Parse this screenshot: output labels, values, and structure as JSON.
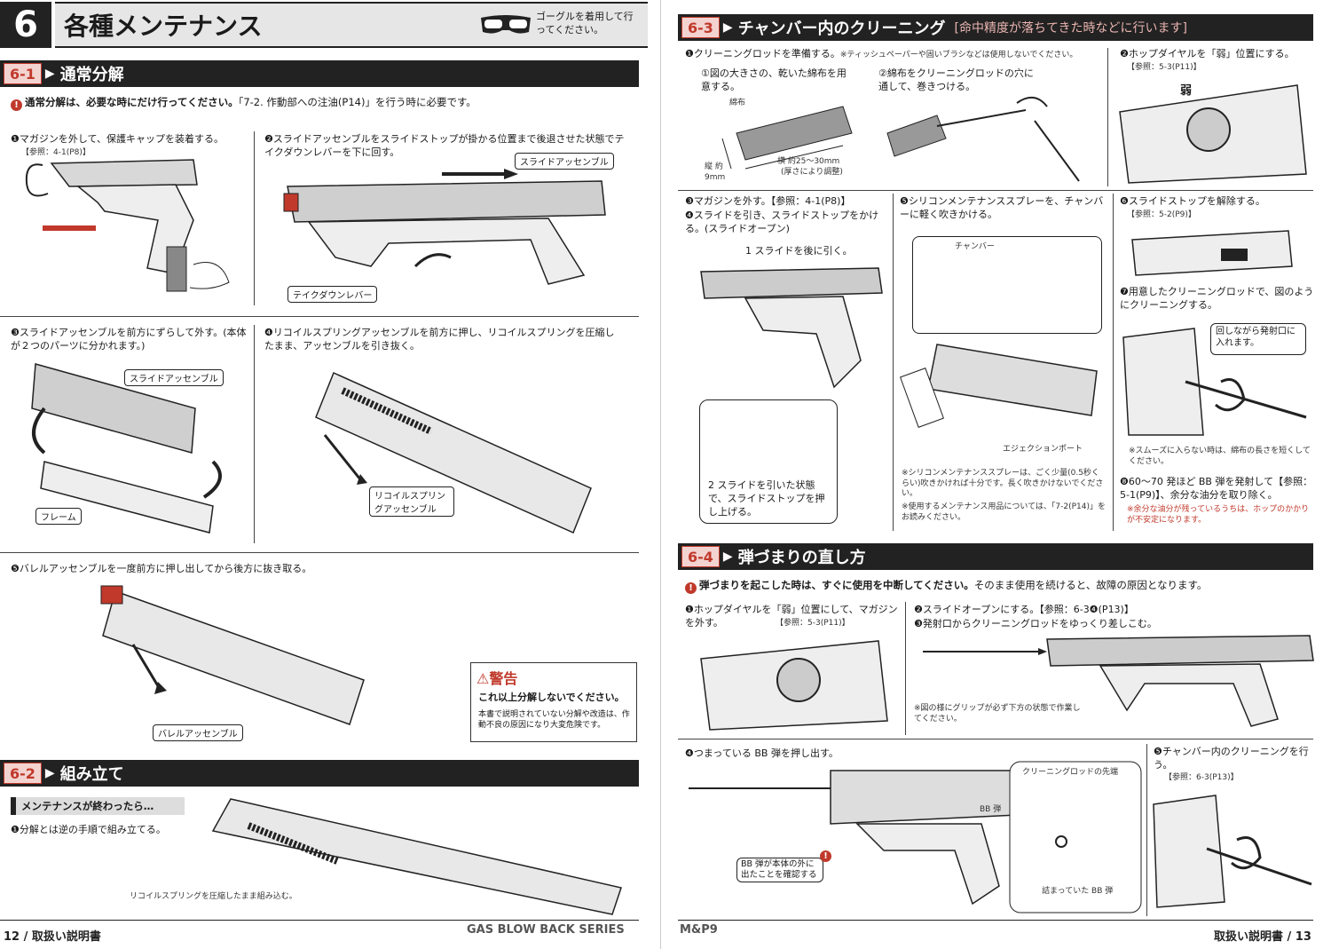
{
  "left_page": {
    "chapter_number": "6",
    "chapter_title": "各種メンテナンス",
    "goggle_note": "ゴーグルを着用して行ってください。",
    "section_6_1": {
      "number": "6-1",
      "title": "通常分解",
      "caution": "通常分解は、必要な時にだけ行ってください。",
      "caution_tail": "「7-2. 作動部への注油(P14)」を行う時に必要です。",
      "step1": "❶マガジンを外して、保護キャップを装着する。",
      "step1_ref": "【参照：4-1(P8)】",
      "step2": "❷スライドアッセンブルをスライドストップが掛かる位置まで後退させた状態でテイクダウンレバーを下に回す。",
      "label_slide_assembly": "スライドアッセンブル",
      "label_takedown": "テイクダウンレバー",
      "step3": "❸スライドアッセンブルを前方にずらして外す。(本体が２つのパーツに分かれます。)",
      "label_slide_assembly_2": "スライドアッセンブル",
      "label_frame": "フレーム",
      "step4": "❹リコイルスプリングアッセンブルを前方に押し、リコイルスプリングを圧縮したまま、アッセンブルを引き抜く。",
      "label_recoil": "リコイルスプリングアッセンブル",
      "step5": "❺バレルアッセンブルを一度前方に押し出してから後方に抜き取る。",
      "label_barrel": "バレルアッセンブル",
      "warning_title": "警告",
      "warning_line": "これ以上分解しないでください。",
      "warning_body": "本書で説明されていない分解や改造は、作動不良の原因になり大変危険です。"
    },
    "section_6_2": {
      "number": "6-2",
      "title": "組み立て",
      "sub_heading": "メンテナンスが終わったら…",
      "step1": "❶分解とは逆の手順で組み立てる。",
      "caption": "リコイルスプリングを圧縮したまま組み込む。"
    },
    "footer_left": "12 / 取扱い説明書",
    "footer_series": "GAS BLOW BACK SERIES"
  },
  "right_page": {
    "section_6_3": {
      "number": "6-3",
      "title": "チャンバー内のクリーニング",
      "subtitle": "[命中精度が落ちてきた時などに行います]",
      "step1": "❶クリーニングロッドを準備する。",
      "step1_note": "※ティッシュペーパーや固いブラシなどは使用しないでください。",
      "step1_a": "①図の大きさの、乾いた綿布を用意する。",
      "step1_b": "②綿布をクリーニングロッドの穴に通して、巻きつける。",
      "label_cloth": "綿布",
      "label_height": "縦 約9mm",
      "label_width": "横 約25～30mm",
      "label_width_note": "(厚さにより調整)",
      "step2": "❷ホップダイヤルを「弱」位置にする。",
      "step2_ref": "【参照：5-3(P11)】",
      "label_weak": "弱",
      "step3": "❸マガジンを外す。【参照：4-1(P8)】",
      "step4": "❹スライドを引き、スライドストップをかける。(スライドオープン)",
      "label_pull": "1 スライドを後に引く。",
      "label_push_up": "2 スライドを引いた状態で、スライドストップを押し上げる。",
      "step5": "❺シリコンメンテナンススプレーを、チャンバーに軽く吹きかける。",
      "label_chamber": "チャンバー",
      "label_ejection": "エジェクションポート",
      "note_silicon": "※シリコンメンテナンススプレーは、ごく少量(0.5秒くらい)吹きかければ十分です。長く吹きかけないでください。",
      "note_supplies": "※使用するメンテナンス用品については、「7-2(P14)」をお読みください。",
      "step6": "❻スライドストップを解除する。",
      "step6_ref": "【参照：5-2(P9)】",
      "step7": "❼用意したクリーニングロッドで、図のようにクリーニングする。",
      "label_rotate": "回しながら発射口に入れます。",
      "note_smooth": "※スムーズに入らない時は、綿布の長さを短くしてください。",
      "step8": "❽60～70 発ほど BB 弾を発射して【参照：5-1(P9)】、余分な油分を取り除く。",
      "note_oil": "※余分な油分が残っているうちは、ホップのかかりが不安定になります。"
    },
    "section_6_4": {
      "number": "6-4",
      "title": "弾づまりの直し方",
      "caution": "弾づまりを起こした時は、すぐに使用を中断してください。",
      "caution_tail": "そのまま使用を続けると、故障の原因となります。",
      "step1": "❶ホップダイヤルを「弱」位置にして、マガジンを外す。",
      "step1_ref": "【参照：5-3(P11)】",
      "step2": "❷スライドオープンにする。【参照：6-3❹(P13)】",
      "step3": "❸発射口からクリーニングロッドをゆっくり差しこむ。",
      "note_grip": "※図の様にグリップが必ず下方の状態で作業してください。",
      "step4": "❹つまっている BB 弾を押し出す。",
      "label_rod_tip": "クリーニングロッドの先端",
      "label_bb": "BB 弾",
      "label_stuck": "詰まっていた BB 弾",
      "label_confirm": "BB 弾が本体の外に出たことを確認する",
      "step5": "❺チャンバー内のクリーニングを行う。",
      "step5_ref": "【参照：6-3(P13)】"
    },
    "footer_model": "M&P9",
    "footer_right": "取扱い説明書 / 13"
  }
}
